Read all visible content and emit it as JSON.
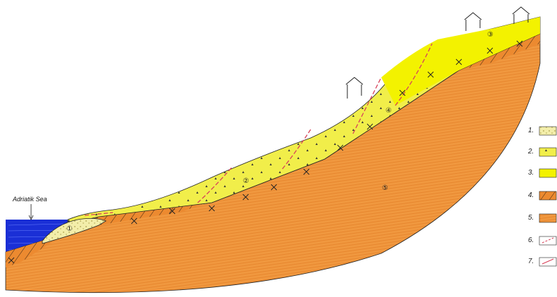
{
  "sea": {
    "label": "Adriatik Sea",
    "color": "#1a2fd6"
  },
  "units": {
    "u1": {
      "marker": "①",
      "color": "#f3eeaa"
    },
    "u2": {
      "marker": "②",
      "color": "#f1ee4a"
    },
    "u3": {
      "marker": "③",
      "color": "#f3f200"
    },
    "u4": {
      "marker": "④",
      "color": "#e8862e"
    },
    "u5": {
      "marker": "⑤",
      "color": "#f0983f"
    }
  },
  "legend": [
    {
      "num": "1.",
      "pattern": "dotted-cream"
    },
    {
      "num": "2.",
      "pattern": "dotted-yellow"
    },
    {
      "num": "3.",
      "pattern": "plain-yellow"
    },
    {
      "num": "4.",
      "pattern": "hatched-orange"
    },
    {
      "num": "5.",
      "pattern": "striped-orange"
    },
    {
      "num": "6.",
      "pattern": "dashed-line"
    },
    {
      "num": "7.",
      "pattern": "sliding-line"
    }
  ],
  "colors": {
    "slip_line": "#d8425a",
    "outline": "#222222",
    "hatch": "#3a2410"
  }
}
